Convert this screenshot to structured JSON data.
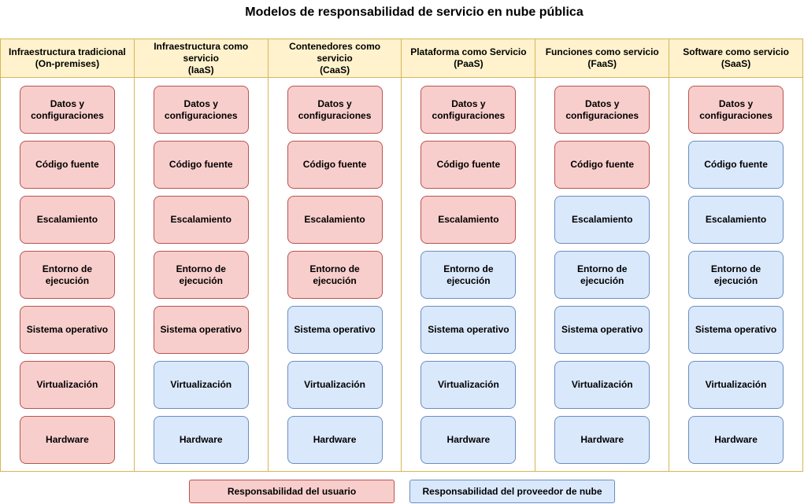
{
  "title": "Modelos de responsabilidad de servicio en nube pública",
  "colors": {
    "header_fill": "#fff2cc",
    "header_border": "#d6b656",
    "user_fill": "#f8cecc",
    "user_border": "#b85450",
    "provider_fill": "#dae8fc",
    "provider_border": "#6c8ebf"
  },
  "columns": [
    {
      "header": [
        "Infraestructura tradicional",
        "(On-premises)"
      ],
      "cells": [
        {
          "label": "Datos y\nconfiguraciones",
          "owner": "user"
        },
        {
          "label": "Código fuente",
          "owner": "user"
        },
        {
          "label": "Escalamiento",
          "owner": "user"
        },
        {
          "label": "Entorno de\nejecución",
          "owner": "user"
        },
        {
          "label": "Sistema operativo",
          "owner": "user"
        },
        {
          "label": "Virtualización",
          "owner": "user"
        },
        {
          "label": "Hardware",
          "owner": "user"
        }
      ]
    },
    {
      "header": [
        "Infraestructura como",
        "servicio",
        "(IaaS)"
      ],
      "cells": [
        {
          "label": "Datos y\nconfiguraciones",
          "owner": "user"
        },
        {
          "label": "Código fuente",
          "owner": "user"
        },
        {
          "label": "Escalamiento",
          "owner": "user"
        },
        {
          "label": "Entorno de\nejecución",
          "owner": "user"
        },
        {
          "label": "Sistema operativo",
          "owner": "user"
        },
        {
          "label": "Virtualización",
          "owner": "provider"
        },
        {
          "label": "Hardware",
          "owner": "provider"
        }
      ]
    },
    {
      "header": [
        "Contenedores como servicio",
        "(CaaS)"
      ],
      "cells": [
        {
          "label": "Datos y\nconfiguraciones",
          "owner": "user"
        },
        {
          "label": "Código fuente",
          "owner": "user"
        },
        {
          "label": "Escalamiento",
          "owner": "user"
        },
        {
          "label": "Entorno de\nejecución",
          "owner": "user"
        },
        {
          "label": "Sistema operativo",
          "owner": "provider"
        },
        {
          "label": "Virtualización",
          "owner": "provider"
        },
        {
          "label": "Hardware",
          "owner": "provider"
        }
      ]
    },
    {
      "header": [
        "Plataforma como Servicio",
        "(PaaS)"
      ],
      "cells": [
        {
          "label": "Datos y\nconfiguraciones",
          "owner": "user"
        },
        {
          "label": "Código fuente",
          "owner": "user"
        },
        {
          "label": "Escalamiento",
          "owner": "user"
        },
        {
          "label": "Entorno de\nejecución",
          "owner": "provider"
        },
        {
          "label": "Sistema operativo",
          "owner": "provider"
        },
        {
          "label": "Virtualización",
          "owner": "provider"
        },
        {
          "label": "Hardware",
          "owner": "provider"
        }
      ]
    },
    {
      "header": [
        "Funciones como servicio",
        "(FaaS)"
      ],
      "cells": [
        {
          "label": "Datos y\nconfiguraciones",
          "owner": "user"
        },
        {
          "label": "Código fuente",
          "owner": "user"
        },
        {
          "label": "Escalamiento",
          "owner": "provider"
        },
        {
          "label": "Entorno de\nejecución",
          "owner": "provider"
        },
        {
          "label": "Sistema operativo",
          "owner": "provider"
        },
        {
          "label": "Virtualización",
          "owner": "provider"
        },
        {
          "label": "Hardware",
          "owner": "provider"
        }
      ]
    },
    {
      "header": [
        "Software como servicio",
        "(SaaS)"
      ],
      "cells": [
        {
          "label": "Datos y\nconfiguraciones",
          "owner": "user"
        },
        {
          "label": "Código fuente",
          "owner": "provider"
        },
        {
          "label": "Escalamiento",
          "owner": "provider"
        },
        {
          "label": "Entorno de\nejecución",
          "owner": "provider"
        },
        {
          "label": "Sistema operativo",
          "owner": "provider"
        },
        {
          "label": "Virtualización",
          "owner": "provider"
        },
        {
          "label": "Hardware",
          "owner": "provider"
        }
      ]
    }
  ],
  "legend": {
    "user": "Responsabilidad del usuario",
    "provider": "Responsabilidad del proveedor de nube"
  }
}
